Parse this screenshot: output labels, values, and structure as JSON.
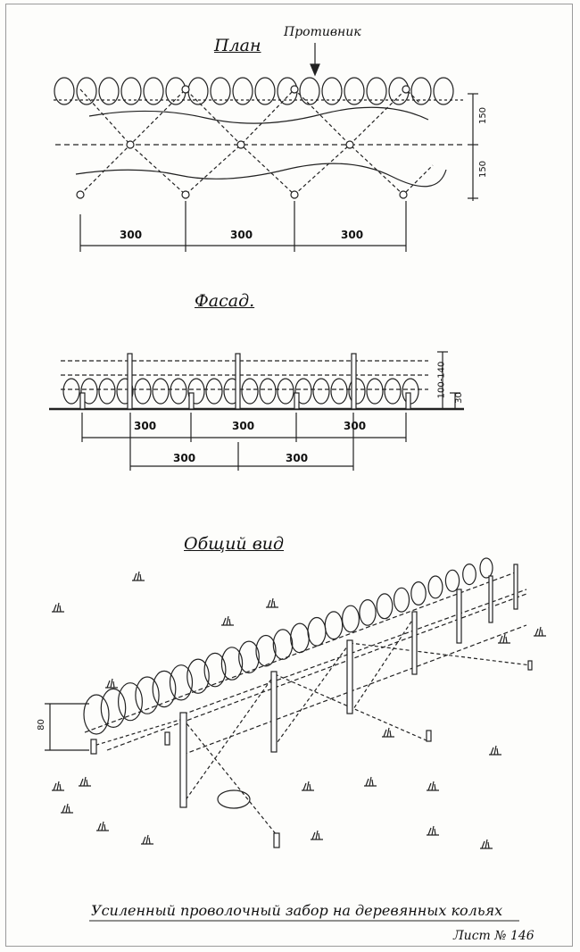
{
  "plan": {
    "title": "План",
    "enemy_label": "Противник",
    "dim_300": [
      "300",
      "300",
      "300"
    ],
    "dim_150_top": "150",
    "dim_150_bottom": "150"
  },
  "facade": {
    "title": "Фасад.",
    "dim_300_top": [
      "300",
      "300",
      "300"
    ],
    "dim_300_bottom": [
      "300",
      "300"
    ],
    "height_label": "100-140",
    "small_label": "30"
  },
  "general_view": {
    "title": "Общий вид",
    "height_label": "80"
  },
  "caption": "Усиленный проволочный забор на деревянных кольях",
  "sheet_number": "Лист № 146"
}
